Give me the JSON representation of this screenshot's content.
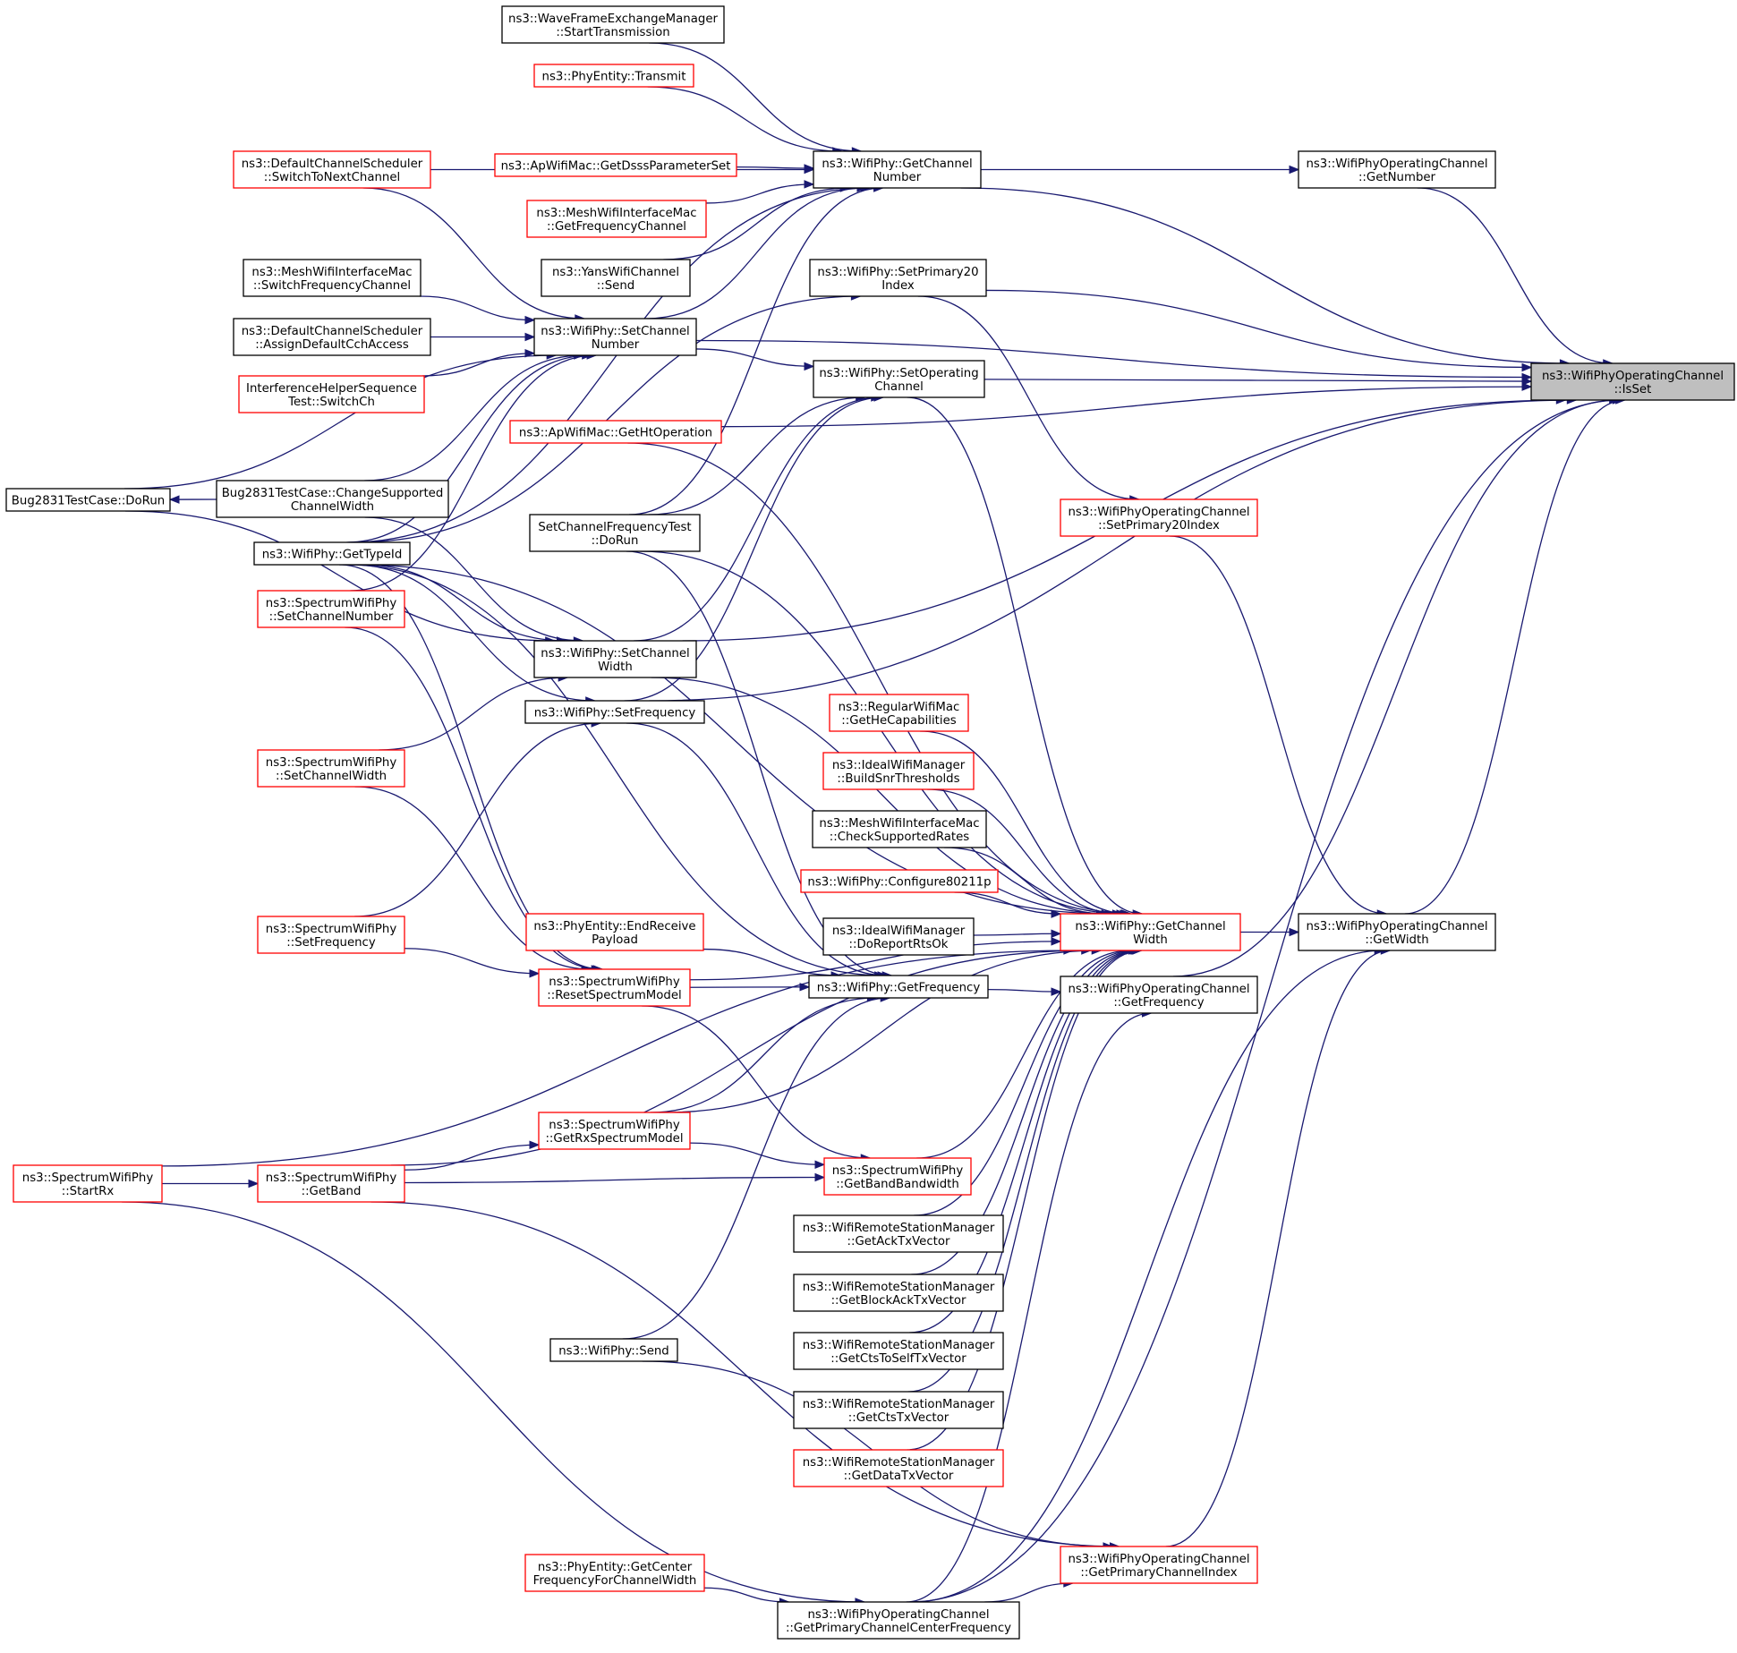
{
  "diagram": {
    "type": "call-graph",
    "root": "n_isset",
    "colors": {
      "edge": "#191970",
      "node_border": "#000000",
      "node_border_incomplete": "#ff0000",
      "root_fill": "#bfbfbf"
    },
    "nodes": [
      {
        "id": "n_isset",
        "lines": [
          "ns3::WifiPhyOperatingChannel",
          "::IsSet"
        ],
        "style": "root"
      },
      {
        "id": "n_getnumber",
        "lines": [
          "ns3::WifiPhyOperatingChannel",
          "::GetNumber"
        ],
        "style": "black"
      },
      {
        "id": "n_getchannelnumber",
        "lines": [
          "ns3::WifiPhy::GetChannel",
          "Number"
        ],
        "style": "black"
      },
      {
        "id": "n_waveframe",
        "lines": [
          "ns3::WaveFrameExchangeManager",
          "::StartTransmission"
        ],
        "style": "black"
      },
      {
        "id": "n_phyentity_transmit",
        "lines": [
          "ns3::PhyEntity::Transmit"
        ],
        "style": "red"
      },
      {
        "id": "n_defaultsched_switch",
        "lines": [
          "ns3::DefaultChannelScheduler",
          "::SwitchToNextChannel"
        ],
        "style": "red"
      },
      {
        "id": "n_apwifimac_dsss",
        "lines": [
          "ns3::ApWifiMac::GetDsssParameterSet"
        ],
        "style": "red"
      },
      {
        "id": "n_meshmac_getfreq",
        "lines": [
          "ns3::MeshWifiInterfaceMac",
          "::GetFrequencyChannel"
        ],
        "style": "red"
      },
      {
        "id": "n_yans_send",
        "lines": [
          "ns3::YansWifiChannel",
          "::Send"
        ],
        "style": "black"
      },
      {
        "id": "n_meshmac_switch",
        "lines": [
          "ns3::MeshWifiInterfaceMac",
          "::SwitchFrequencyChannel"
        ],
        "style": "black"
      },
      {
        "id": "n_defaultsched_assign",
        "lines": [
          "ns3::DefaultChannelScheduler",
          "::AssignDefaultCchAccess"
        ],
        "style": "black"
      },
      {
        "id": "n_interference_switch",
        "lines": [
          "InterferenceHelperSequence",
          "Test::SwitchCh"
        ],
        "style": "red"
      },
      {
        "id": "n_setchannelnumber",
        "lines": [
          "ns3::WifiPhy::SetChannel",
          "Number"
        ],
        "style": "black"
      },
      {
        "id": "n_setprimary20",
        "lines": [
          "ns3::WifiPhy::SetPrimary20",
          "Index"
        ],
        "style": "black"
      },
      {
        "id": "n_setoperating",
        "lines": [
          "ns3::WifiPhy::SetOperating",
          "Channel"
        ],
        "style": "black"
      },
      {
        "id": "n_apwifimac_ht",
        "lines": [
          "ns3::ApWifiMac::GetHtOperation"
        ],
        "style": "red"
      },
      {
        "id": "n_bug_dorun",
        "lines": [
          "Bug2831TestCase::DoRun"
        ],
        "style": "black"
      },
      {
        "id": "n_bug_change",
        "lines": [
          "Bug2831TestCase::ChangeSupported",
          "ChannelWidth"
        ],
        "style": "black"
      },
      {
        "id": "n_gettypeid",
        "lines": [
          "ns3::WifiPhy::GetTypeId"
        ],
        "style": "black"
      },
      {
        "id": "n_setchfreq_dorun",
        "lines": [
          "SetChannelFrequencyTest",
          "::DoRun"
        ],
        "style": "black"
      },
      {
        "id": "n_opch_setprimary20",
        "lines": [
          "ns3::WifiPhyOperatingChannel",
          "::SetPrimary20Index"
        ],
        "style": "red"
      },
      {
        "id": "n_spectrum_setchnum",
        "lines": [
          "ns3::SpectrumWifiPhy",
          "::SetChannelNumber"
        ],
        "style": "red"
      },
      {
        "id": "n_setchannelwidth",
        "lines": [
          "ns3::WifiPhy::SetChannel",
          "Width"
        ],
        "style": "black"
      },
      {
        "id": "n_setfrequency",
        "lines": [
          "ns3::WifiPhy::SetFrequency"
        ],
        "style": "black"
      },
      {
        "id": "n_regular_hecap",
        "lines": [
          "ns3::RegularWifiMac",
          "::GetHeCapabilities"
        ],
        "style": "red"
      },
      {
        "id": "n_ideal_build",
        "lines": [
          "ns3::IdealWifiManager",
          "::BuildSnrThresholds"
        ],
        "style": "red"
      },
      {
        "id": "n_spectrum_setchwidth",
        "lines": [
          "ns3::SpectrumWifiPhy",
          "::SetChannelWidth"
        ],
        "style": "red"
      },
      {
        "id": "n_meshmac_check",
        "lines": [
          "ns3::MeshWifiInterfaceMac",
          "::CheckSupportedRates"
        ],
        "style": "black"
      },
      {
        "id": "n_configure80211p",
        "lines": [
          "ns3::WifiPhy::Configure80211p"
        ],
        "style": "red"
      },
      {
        "id": "n_spectrum_setfreq",
        "lines": [
          "ns3::SpectrumWifiPhy",
          "::SetFrequency"
        ],
        "style": "red"
      },
      {
        "id": "n_phyentity_endrx",
        "lines": [
          "ns3::PhyEntity::EndReceive",
          "Payload"
        ],
        "style": "red"
      },
      {
        "id": "n_ideal_dorts",
        "lines": [
          "ns3::IdealWifiManager",
          "::DoReportRtsOk"
        ],
        "style": "black"
      },
      {
        "id": "n_getchannelwidth",
        "lines": [
          "ns3::WifiPhy::GetChannel",
          "Width"
        ],
        "style": "red"
      },
      {
        "id": "n_opch_getwidth",
        "lines": [
          "ns3::WifiPhyOperatingChannel",
          "::GetWidth"
        ],
        "style": "black"
      },
      {
        "id": "n_spectrum_reset",
        "lines": [
          "ns3::SpectrumWifiPhy",
          "::ResetSpectrumModel"
        ],
        "style": "red"
      },
      {
        "id": "n_getfrequency",
        "lines": [
          "ns3::WifiPhy::GetFrequency"
        ],
        "style": "black"
      },
      {
        "id": "n_opch_getfreq",
        "lines": [
          "ns3::WifiPhyOperatingChannel",
          "::GetFrequency"
        ],
        "style": "black"
      },
      {
        "id": "n_spectrum_getrxmodel",
        "lines": [
          "ns3::SpectrumWifiPhy",
          "::GetRxSpectrumModel"
        ],
        "style": "red"
      },
      {
        "id": "n_spectrum_startrx",
        "lines": [
          "ns3::SpectrumWifiPhy",
          "::StartRx"
        ],
        "style": "red"
      },
      {
        "id": "n_spectrum_getband",
        "lines": [
          "ns3::SpectrumWifiPhy",
          "::GetBand"
        ],
        "style": "red"
      },
      {
        "id": "n_spectrum_getbandbw",
        "lines": [
          "ns3::SpectrumWifiPhy",
          "::GetBandBandwidth"
        ],
        "style": "red"
      },
      {
        "id": "n_wrsm_ack",
        "lines": [
          "ns3::WifiRemoteStationManager",
          "::GetAckTxVector"
        ],
        "style": "black"
      },
      {
        "id": "n_wrsm_blockack",
        "lines": [
          "ns3::WifiRemoteStationManager",
          "::GetBlockAckTxVector"
        ],
        "style": "black"
      },
      {
        "id": "n_wrsm_ctstoself",
        "lines": [
          "ns3::WifiRemoteStationManager",
          "::GetCtsToSelfTxVector"
        ],
        "style": "black"
      },
      {
        "id": "n_wifiphy_send",
        "lines": [
          "ns3::WifiPhy::Send"
        ],
        "style": "black"
      },
      {
        "id": "n_wrsm_cts",
        "lines": [
          "ns3::WifiRemoteStationManager",
          "::GetCtsTxVector"
        ],
        "style": "black"
      },
      {
        "id": "n_wrsm_data",
        "lines": [
          "ns3::WifiRemoteStationManager",
          "::GetDataTxVector"
        ],
        "style": "red"
      },
      {
        "id": "n_opch_primaryidx",
        "lines": [
          "ns3::WifiPhyOperatingChannel",
          "::GetPrimaryChannelIndex"
        ],
        "style": "red"
      },
      {
        "id": "n_phyentity_getcenter",
        "lines": [
          "ns3::PhyEntity::GetCenter",
          "FrequencyForChannelWidth"
        ],
        "style": "red"
      },
      {
        "id": "n_opch_primarycenter",
        "lines": [
          "ns3::WifiPhyOperatingChannel",
          "::GetPrimaryChannelCenterFrequency"
        ],
        "style": "black"
      }
    ]
  }
}
